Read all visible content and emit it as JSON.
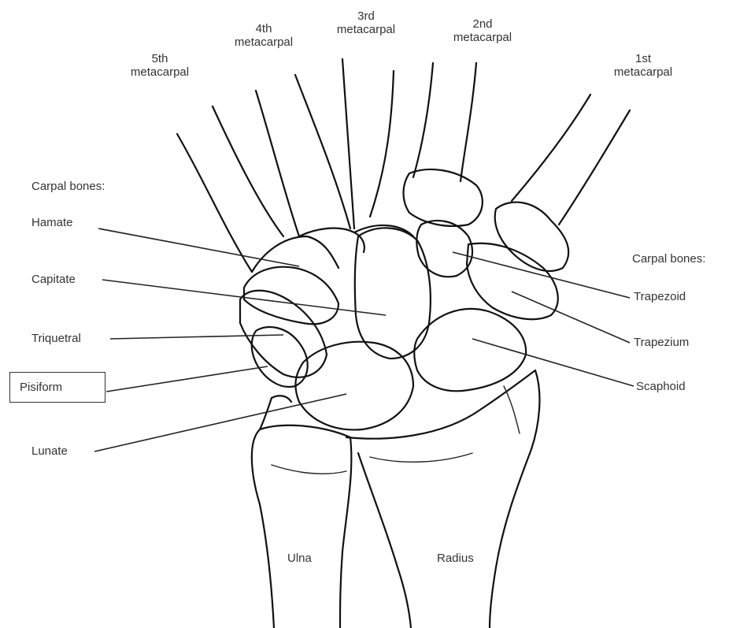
{
  "labels": {
    "meta5": "5th\nmetacarpal",
    "meta4": "4th\nmetacarpal",
    "meta3": "3rd\nmetacarpal",
    "meta2": "2nd\nmetacarpal",
    "meta1": "1st\nmetacarpal",
    "carpal_left": "Carpal bones:",
    "carpal_right": "Carpal bones:",
    "hamate": "Hamate",
    "capitate": "Capitate",
    "triquetral": "Triquetral",
    "pisiform": "Pisiform",
    "lunate": "Lunate",
    "trapezoid": "Trapezoid",
    "trapezium": "Trapezium",
    "scaphoid": "Scaphoid",
    "ulna": "Ulna",
    "radius": "Radius"
  },
  "colors": {
    "line": "#111111",
    "text": "#333333",
    "background": "#ffffff"
  },
  "highlighted_label": "pisiform"
}
